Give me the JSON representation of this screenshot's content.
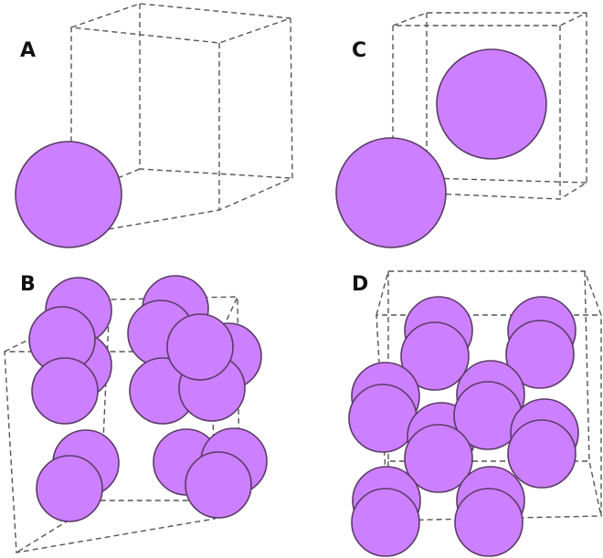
{
  "panels": [
    {
      "label": "A"
    },
    {
      "label": "B"
    },
    {
      "label": "C"
    },
    {
      "label": "D"
    }
  ],
  "colors": {
    "atom_fill": "#cc80ff",
    "atom_stroke": "#5a3a66",
    "edge": "#555555",
    "background": "#ffffff"
  }
}
